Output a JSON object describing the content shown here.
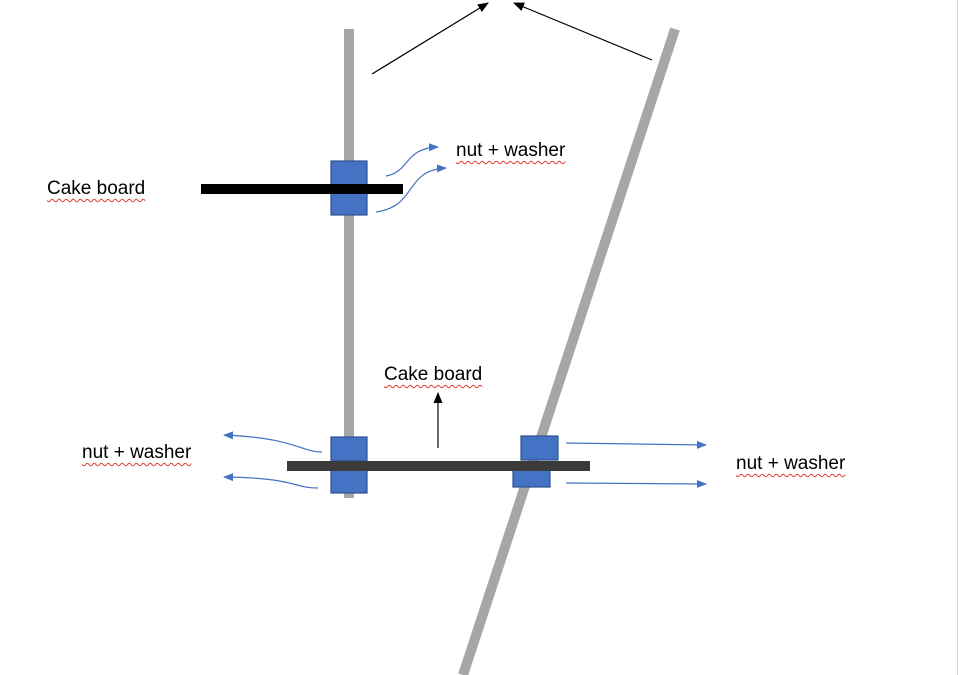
{
  "labels": {
    "top_nut_washer": "nut + washer",
    "top_cake_board": "Cake board",
    "middle_cake_board": "Cake board",
    "left_nut_washer": "nut + washer",
    "right_nut_washer": "nut + washer"
  },
  "colors": {
    "rod": "#a6a6a6",
    "board": "#000000",
    "board_lower": "#3a3a3a",
    "nut": "#4472c4",
    "nut_border": "#2f528f",
    "arrow_blue": "#4472c4",
    "arrow_black": "#000000",
    "spellcheck": "#e03a2f"
  }
}
